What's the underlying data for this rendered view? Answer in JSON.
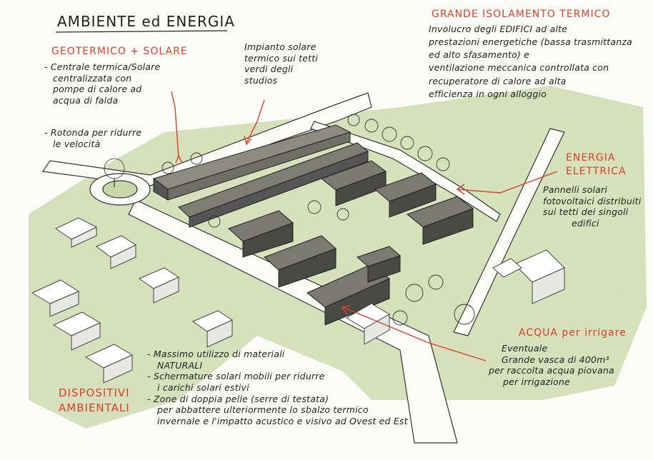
{
  "title": "AMBIENTE ed ENERGIA",
  "geotermico": {
    "heading": "GEOTERMICO + SOLARE",
    "lines": [
      "- Centrale termica/Solare",
      "centralizzata con",
      "pompe di calore ad",
      "acqua di falda"
    ]
  },
  "rotonda": {
    "lines": [
      "- Rotonda per ridurre",
      "le velocità"
    ]
  },
  "impianto": {
    "lines": [
      "Impianto solare",
      "termico sui tetti",
      "verdi degli",
      "studios"
    ]
  },
  "isolamento": {
    "heading": "GRANDE ISOLAMENTO TERMICO",
    "lines": [
      "Involucro degli EDIFICI ad alte",
      "prestazioni energetiche (bassa trasmittanza",
      "ed alto sfasamento) e",
      "ventilazione meccanica controllata con",
      "recuperatore di calore ad alta",
      "efficienza in ogni alloggio"
    ]
  },
  "energia": {
    "heading_1": "ENERGIA",
    "heading_2": "ELETTRICA",
    "lines": [
      "Pannelli solari",
      "fotovoltaici distribuiti",
      "sui tetti dei singoli",
      "edifici"
    ]
  },
  "acqua": {
    "heading": "ACQUA per irrigare",
    "lines": [
      "Eventuale",
      "Grande vasca di 400m³",
      "per raccolta acqua piovana",
      "per irrigazione"
    ]
  },
  "dispositivi": {
    "heading_1": "DISPOSITIVI",
    "heading_2": "AMBIENTALI"
  },
  "materiali": {
    "lines": [
      "- Massimo utilizzo di materiali",
      "NATURALI",
      "- Schermature solari mobili per ridurre",
      "i carichi solari estivi",
      "- Zone di doppia pelle (serre di testata)",
      "per abbattere ulteriormente lo sbalzo termico",
      "invernale e l'impatto acustico e visivo ad Ovest ed Est"
    ]
  },
  "colors": {
    "accent_red": "#d8412b",
    "green_wash": "#c9d8a8",
    "ink": "#222222",
    "paper": "#fbfbf7"
  }
}
